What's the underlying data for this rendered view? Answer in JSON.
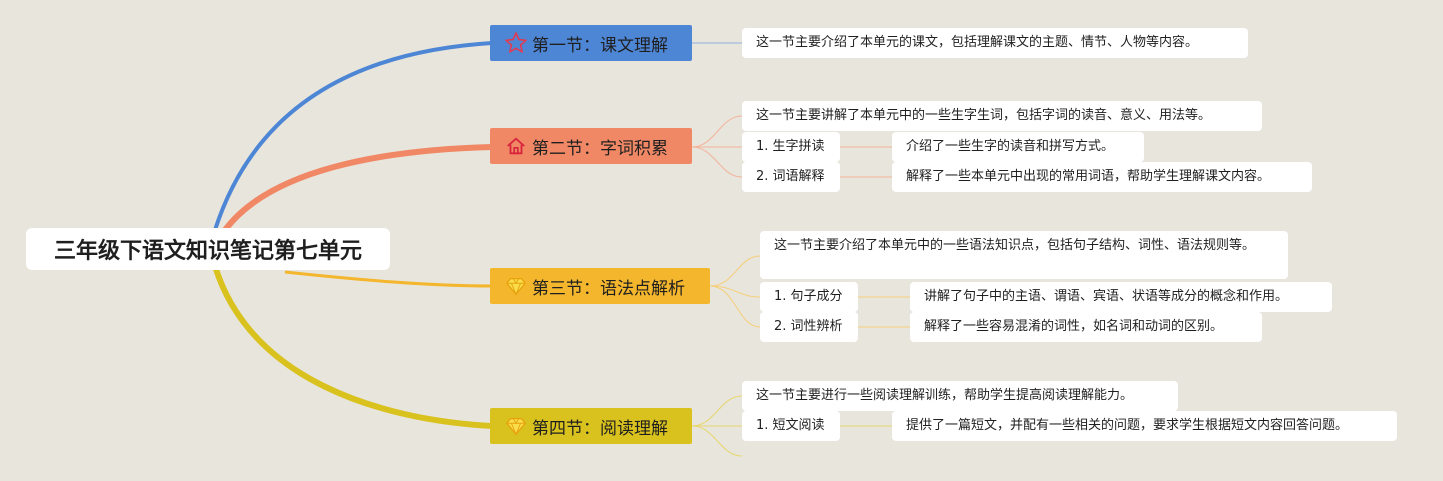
{
  "root": {
    "title": "三年级下语文知识笔记第七单元"
  },
  "colors": {
    "background": "#e8e5dc",
    "s1": "#4e86d6",
    "s2": "#f08866",
    "s3": "#f3b62c",
    "s4": "#d9c21e"
  },
  "sections": [
    {
      "title": "第一节：课文理解",
      "icon": "star-icon",
      "summary": "这一节主要介绍了本单元的课文，包括理解课文的主题、情节、人物等内容。",
      "items": []
    },
    {
      "title": "第二节：字词积累",
      "icon": "house-icon",
      "summary": "这一节主要讲解了本单元中的一些生字生词，包括字词的读音、意义、用法等。",
      "items": [
        {
          "label": "1. 生字拼读",
          "detail": "介绍了一些生字的读音和拼写方式。"
        },
        {
          "label": "2. 词语解释",
          "detail": "解释了一些本单元中出现的常用词语，帮助学生理解课文内容。"
        }
      ]
    },
    {
      "title": "第三节：语法点解析",
      "icon": "diamond-icon",
      "summary": "这一节主要介绍了本单元中的一些语法知识点，包括句子结构、词性、语法规则等。",
      "items": [
        {
          "label": "1. 句子成分",
          "detail": "讲解了句子中的主语、谓语、宾语、状语等成分的概念和作用。"
        },
        {
          "label": "2. 词性辨析",
          "detail": "解释了一些容易混淆的词性，如名词和动词的区别。"
        }
      ]
    },
    {
      "title": "第四节：阅读理解",
      "icon": "diamond-icon",
      "summary": "这一节主要进行一些阅读理解训练，帮助学生提高阅读理解能力。",
      "items": [
        {
          "label": "1. 短文阅读",
          "detail": "提供了一篇短文，并配有一些相关的问题，要求学生根据短文内容回答问题。"
        }
      ]
    }
  ]
}
